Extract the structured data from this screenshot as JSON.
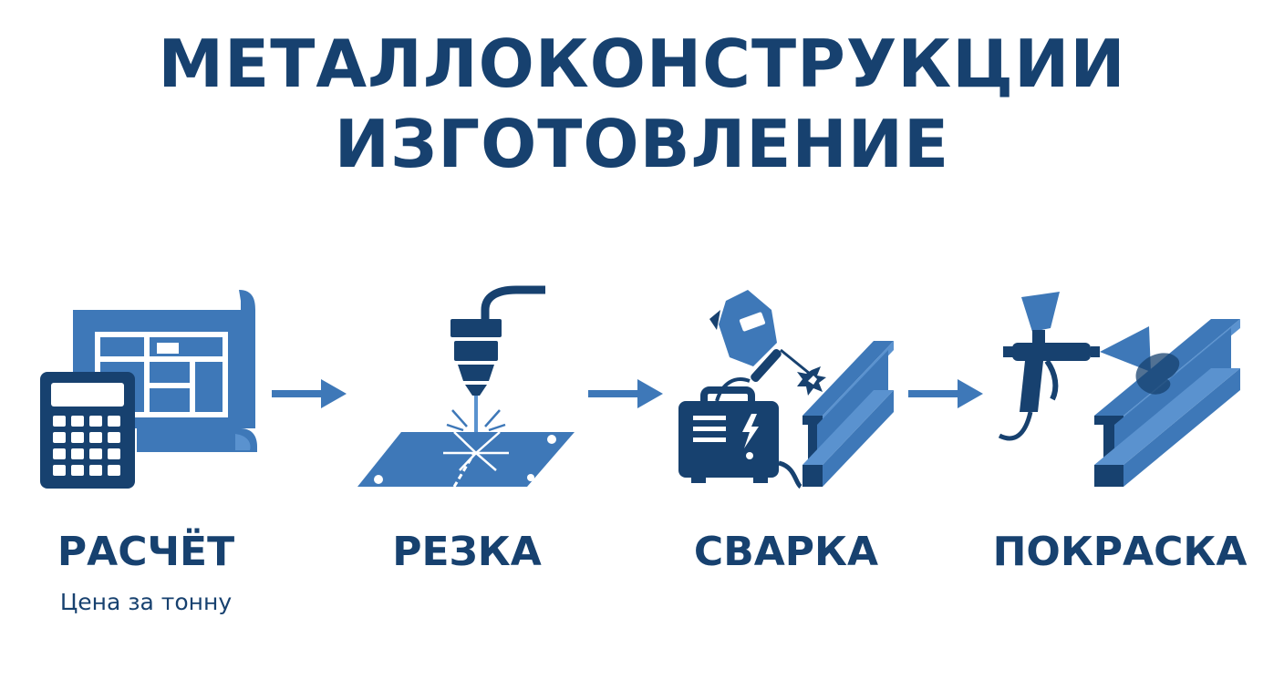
{
  "title": {
    "line1": "МЕТАЛЛОКОНСТРУКЦИИ",
    "line2": "ИЗГОТОВЛЕНИЕ"
  },
  "colors": {
    "dark_blue": "#17416f",
    "mid_blue": "#3e78b8",
    "light_blue": "#5a92cf"
  },
  "stages": [
    {
      "label": "РАСЧЁТ",
      "note": "Цена за тонну",
      "icons": [
        "blueprint-icon",
        "calculator-icon"
      ]
    },
    {
      "label": "РЕЗКА",
      "icons": [
        "laser-cutter-icon",
        "metal-sheet-icon"
      ]
    },
    {
      "label": "СВАРКА",
      "icons": [
        "welding-mask-icon",
        "welding-machine-icon",
        "welding-torch-icon",
        "i-beam-icon"
      ]
    },
    {
      "label": "ПОКРАСКА",
      "icons": [
        "spray-gun-icon",
        "i-beam-icon"
      ]
    }
  ]
}
